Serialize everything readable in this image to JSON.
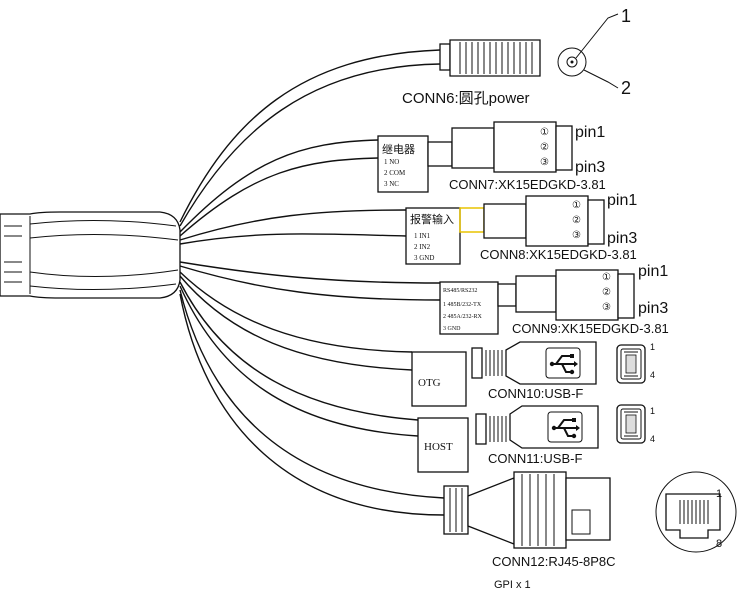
{
  "callouts": {
    "c1": "1",
    "c2": "2"
  },
  "conn6": {
    "label": "CONN6:圆孔power"
  },
  "conn7": {
    "label": "CONN7:XK15EDGKD-3.81",
    "box_title": "继电器",
    "rows": [
      "1   NO",
      "2   COM",
      "3   NC"
    ],
    "pins": [
      "①",
      "②",
      "③"
    ],
    "pin_top": "pin1",
    "pin_bottom": "pin3"
  },
  "conn8": {
    "label": "CONN8:XK15EDGKD-3.81",
    "box_title": "报警输入",
    "rows": [
      "1   IN1",
      "2   IN2",
      "3   GND"
    ],
    "pins": [
      "①",
      "②",
      "③"
    ],
    "pin_top": "pin1",
    "pin_bottom": "pin3"
  },
  "conn9": {
    "label": "CONN9:XK15EDGKD-3.81",
    "box_title": "RS485/RS232",
    "rows": [
      "1 485B/232-TX",
      "2 485A/232-RX",
      "3 GND"
    ],
    "pins": [
      "①",
      "②",
      "③"
    ],
    "pin_top": "pin1",
    "pin_bottom": "pin3"
  },
  "conn10": {
    "label": "CONN10:USB-F",
    "tag": "OTG",
    "pin_a": "1",
    "pin_b": "4"
  },
  "conn11": {
    "label": "CONN11:USB-F",
    "tag": "HOST",
    "pin_a": "1",
    "pin_b": "4"
  },
  "conn12": {
    "label": "CONN12:RJ45-8P8C",
    "pin_a": "1",
    "pin_b": "8"
  },
  "footer": {
    "text": "GPI x 1"
  }
}
